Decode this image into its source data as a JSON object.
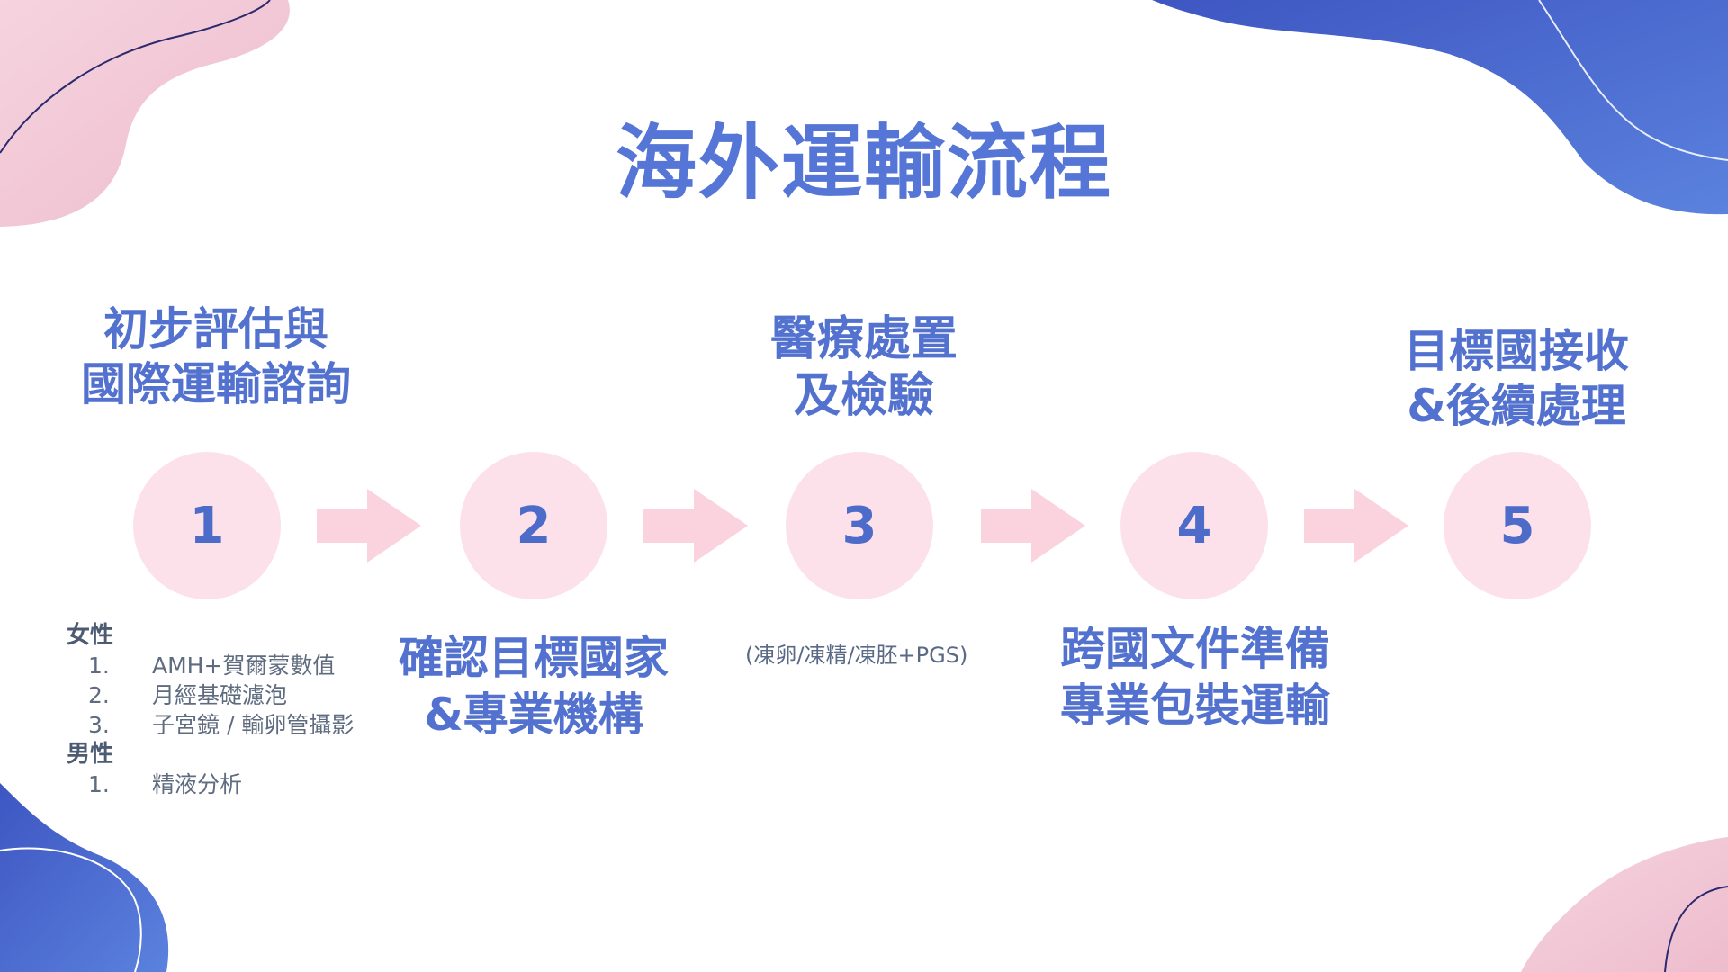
{
  "title": "海外運輸流程",
  "steps": [
    {
      "num": "1",
      "heading": [
        "初步評估與",
        "國際運輸諮詢"
      ]
    },
    {
      "num": "2",
      "sub": [
        "確認目標國家",
        "&專業機構"
      ]
    },
    {
      "num": "3",
      "heading": [
        "醫療處置",
        "及檢驗"
      ],
      "note": "(凍卵/凍精/凍胚+PGS)"
    },
    {
      "num": "4",
      "sub": [
        "跨國文件準備",
        "專業包裝運輸"
      ]
    },
    {
      "num": "5",
      "heading": [
        "目標國接收",
        "&後續處理"
      ]
    }
  ],
  "details": {
    "female_label": "女性",
    "female_items": [
      {
        "n": "1.",
        "text": "AMH+賀爾蒙數值"
      },
      {
        "n": "2.",
        "text": "月經基礎濾泡"
      },
      {
        "n": "3.",
        "text": "子宮鏡 / 輸卵管攝影"
      }
    ],
    "male_label": "男性",
    "male_items": [
      {
        "n": "1.",
        "text": "精液分析"
      }
    ]
  },
  "colors": {
    "accent_blue": "#5576D6",
    "circle_pink": "#FCE0EA",
    "arrow_pink": "#FAD3DF",
    "blob_blue": "#4B66CF",
    "blob_pink": "#F3C7D6"
  }
}
